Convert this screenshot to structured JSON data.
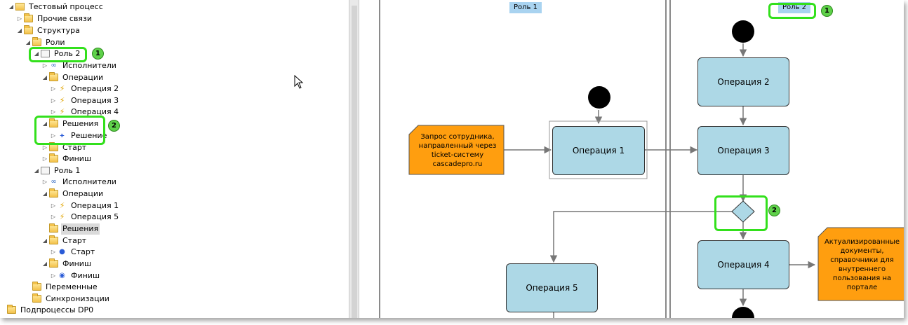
{
  "tree": {
    "items": [
      {
        "label": "Тестовый процесс",
        "arrow": "◢",
        "icon": "process"
      },
      {
        "label": "Прочие связи",
        "arrow": "▷",
        "icon": "folder"
      },
      {
        "label": "Структура",
        "arrow": "◢",
        "icon": "folder"
      },
      {
        "label": "Роли",
        "arrow": "◢",
        "icon": "folder"
      },
      {
        "label": "Роль 2",
        "arrow": "◢",
        "icon": "role"
      },
      {
        "label": "Исполнители",
        "arrow": "▷",
        "icon": "link"
      },
      {
        "label": "Операции",
        "arrow": "◢",
        "icon": "folder"
      },
      {
        "label": "Операция 2",
        "arrow": "▷",
        "icon": "bolt"
      },
      {
        "label": "Операция 3",
        "arrow": "▷",
        "icon": "bolt"
      },
      {
        "label": "Операция 4",
        "arrow": "▷",
        "icon": "bolt"
      },
      {
        "label": "Решения",
        "arrow": "◢",
        "icon": "folder"
      },
      {
        "label": "Решение",
        "arrow": "▷",
        "icon": "decision"
      },
      {
        "label": "Старт",
        "arrow": "▷",
        "icon": "folder"
      },
      {
        "label": "Финиш",
        "arrow": "▷",
        "icon": "folder"
      },
      {
        "label": "Роль 1",
        "arrow": "◢",
        "icon": "role"
      },
      {
        "label": "Исполнители",
        "arrow": "▷",
        "icon": "link"
      },
      {
        "label": "Операции",
        "arrow": "◢",
        "icon": "folder"
      },
      {
        "label": "Операция 1",
        "arrow": "▷",
        "icon": "bolt"
      },
      {
        "label": "Операция 5",
        "arrow": "▷",
        "icon": "bolt"
      },
      {
        "label": "Решения",
        "arrow": "",
        "icon": "folder"
      },
      {
        "label": "Старт",
        "arrow": "◢",
        "icon": "folder"
      },
      {
        "label": "Старт",
        "arrow": "▷",
        "icon": "start"
      },
      {
        "label": "Финиш",
        "arrow": "◢",
        "icon": "folder"
      },
      {
        "label": "Финиш",
        "arrow": "▷",
        "icon": "finish"
      },
      {
        "label": "Переменные",
        "arrow": "",
        "icon": "folder"
      },
      {
        "label": "Синхронизации",
        "arrow": "",
        "icon": "folder"
      },
      {
        "label": "Подпроцессы DP0",
        "arrow": "",
        "icon": "folder"
      }
    ]
  },
  "diagram": {
    "lanes": {
      "lane1": "Роль 1",
      "lane2": "Роль 2"
    },
    "operations": {
      "op1": "Операция 1",
      "op2": "Операция 2",
      "op3": "Операция 3",
      "op4": "Операция 4",
      "op5": "Операция 5"
    },
    "notes": {
      "request": "Запрос сотрудника, направленный через ticket-систему cascadepro.ru",
      "docs": "Актуализированные документы, справочники для внутреннего пользования на портале"
    }
  },
  "annotations": {
    "badge1": "1",
    "badge2": "2"
  },
  "colors": {
    "highlight": "#33e01c",
    "operation": "#add8e6",
    "note": "#ff9e0f",
    "lane_title": "#a9d3f0"
  }
}
